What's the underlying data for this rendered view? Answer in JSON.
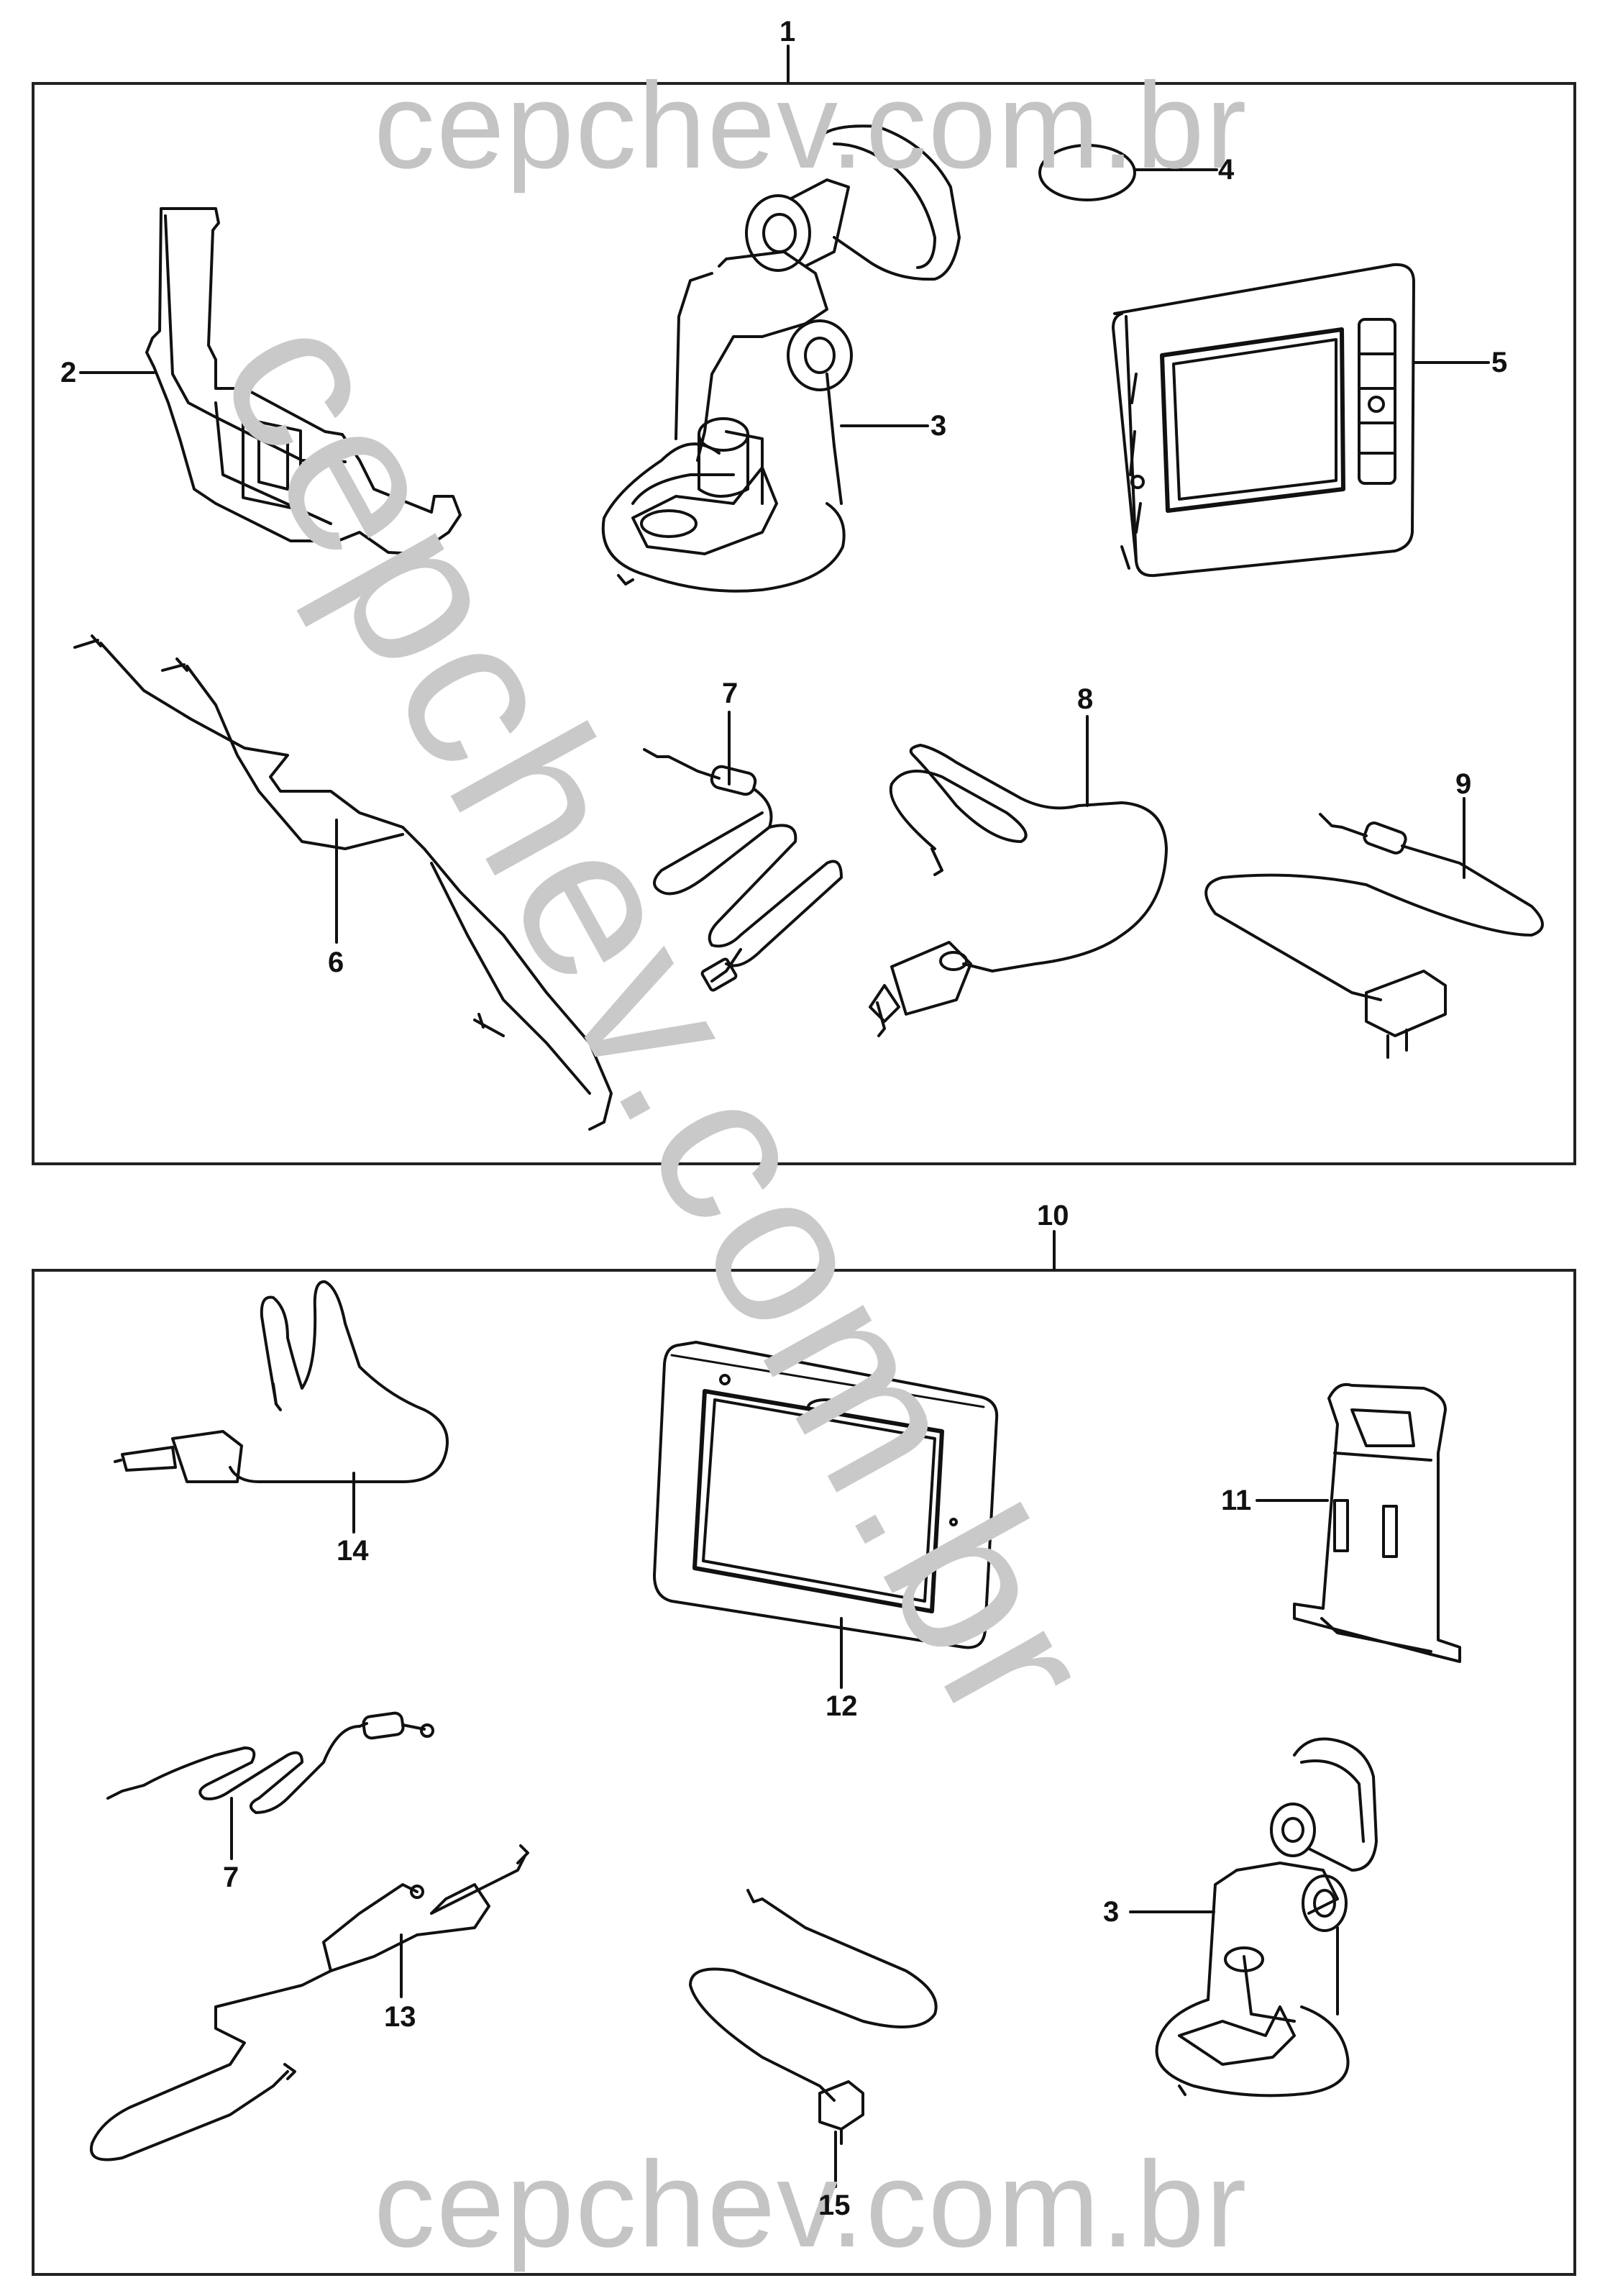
{
  "watermark": {
    "top": "cepchev.com.br",
    "diagonal": "cepchev.com.br",
    "bottom": "cepchev.com.br"
  },
  "kits": [
    {
      "number": "1",
      "parts": [
        "2",
        "3",
        "4",
        "5",
        "6",
        "7",
        "8",
        "9"
      ]
    },
    {
      "number": "10",
      "parts": [
        "3",
        "7",
        "11",
        "12",
        "13",
        "14",
        "15"
      ]
    }
  ],
  "callouts": {
    "c1": "1",
    "c2": "2",
    "c3": "3",
    "c4": "4",
    "c5": "5",
    "c6": "6",
    "c7": "7",
    "c8": "8",
    "c9": "9",
    "c10": "10",
    "c11": "11",
    "c12": "12",
    "c13": "13",
    "c14": "14",
    "c15": "15",
    "c7b": "7",
    "c3b": "3"
  }
}
